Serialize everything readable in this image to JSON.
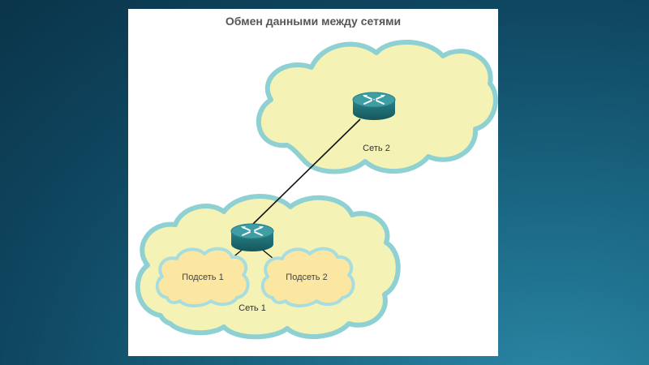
{
  "diagram": {
    "title": "Обмен данными между сетями",
    "networks": [
      {
        "id": "net2",
        "label": "Сеть 2"
      },
      {
        "id": "net1",
        "label": "Сеть 1"
      }
    ],
    "subnets": [
      {
        "id": "sub1",
        "label": "Подсеть 1"
      },
      {
        "id": "sub2",
        "label": "Подсеть 2"
      }
    ],
    "devices": [
      {
        "id": "router-net2",
        "icon": "router-icon"
      },
      {
        "id": "router-net1",
        "icon": "router-icon"
      }
    ],
    "links": [
      {
        "from": "router-net1",
        "to": "router-net2"
      },
      {
        "from": "router-net1",
        "to": "sub1"
      },
      {
        "from": "router-net1",
        "to": "sub2"
      }
    ],
    "colors": {
      "background": "#134e6a",
      "cloud_fill": "#f4f2b4",
      "cloud_border": "#8fd1d3",
      "subnet_fill": "#fbe6a2",
      "subnet_border": "#a8dde0",
      "router_top": "#3f9ea4",
      "router_body": "#1f6f75"
    }
  }
}
